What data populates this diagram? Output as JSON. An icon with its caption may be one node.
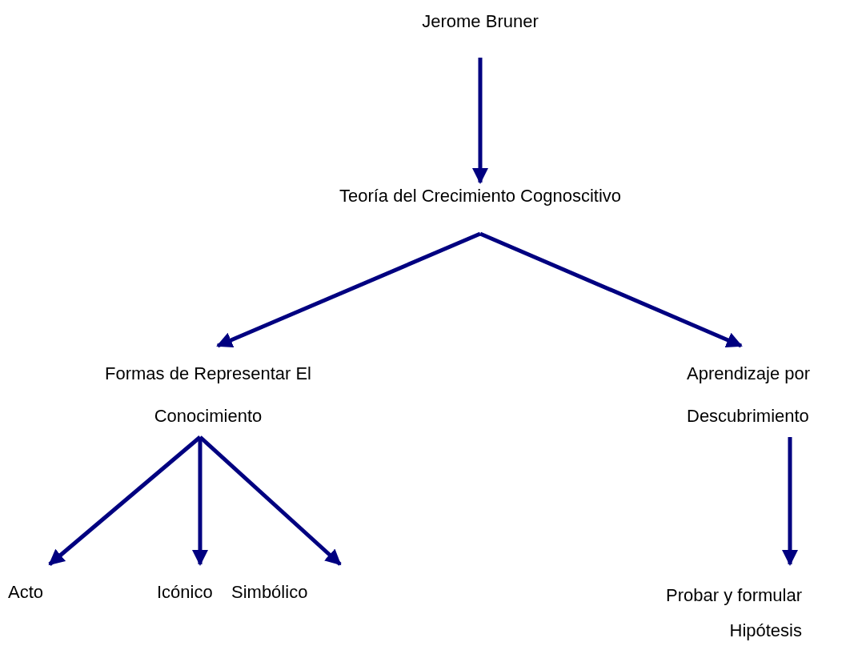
{
  "diagram": {
    "nodes": [
      {
        "text": [
          "Jerome Bruner"
        ]
      },
      {
        "text": [
          "Teoría del Crecimiento Cognoscitivo"
        ]
      },
      {
        "text": [
          "Formas de Representar El Conocimiento"
        ]
      },
      {
        "text": [
          "Aprendizaje por Descubrimiento"
        ]
      },
      {
        "text": [
          "Acto"
        ]
      },
      {
        "text": [
          "Icónico"
        ]
      },
      {
        "text": [
          "Simbólico"
        ]
      },
      {
        "text": [
          "Probar y formular Hipótesis"
        ]
      }
    ],
    "edges": [
      {
        "from": 0,
        "to": 1,
        "arrow": "to"
      },
      {
        "from": 1,
        "to": 2,
        "arrow": "to"
      },
      {
        "from": 1,
        "to": 3,
        "arrow": "to"
      },
      {
        "from": 2,
        "to": 4,
        "arrow": "to"
      },
      {
        "from": 2,
        "to": 5,
        "arrow": "to"
      },
      {
        "from": 2,
        "to": 6,
        "arrow": "to"
      },
      {
        "from": 3,
        "to": 7,
        "arrow": "to"
      }
    ]
  }
}
